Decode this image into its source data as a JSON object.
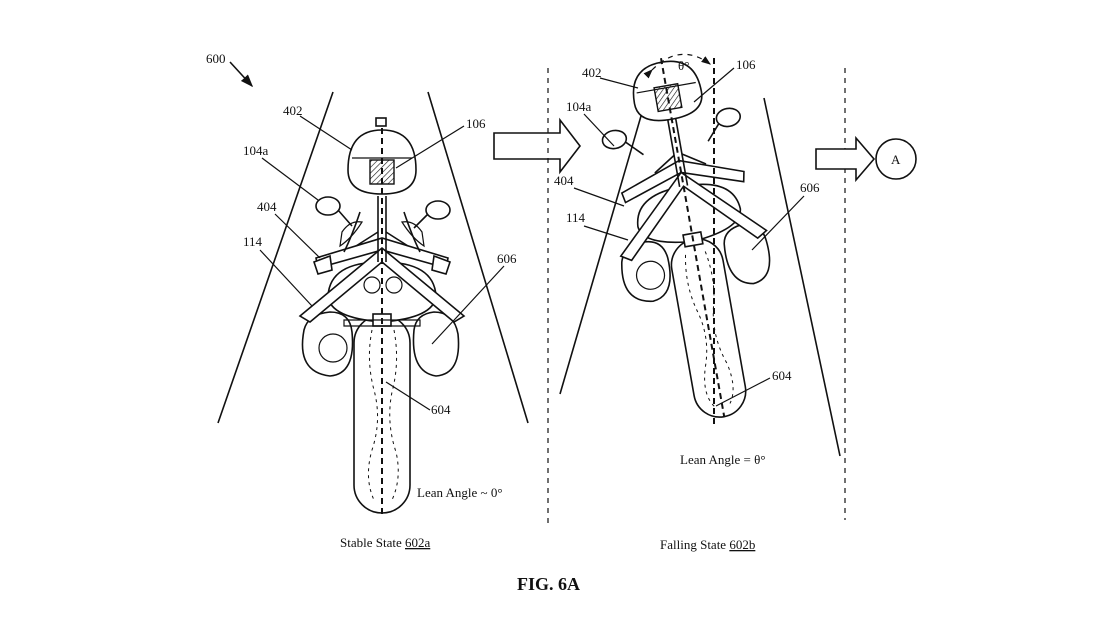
{
  "figure": {
    "title": "FIG. 6A",
    "ref_main": "600",
    "connector": "A"
  },
  "left_panel": {
    "refs": {
      "head": "402",
      "sensor": "106",
      "mirror": "104a",
      "handlebar": "404",
      "frame": "114",
      "leg": "606",
      "wheel": "604"
    },
    "lean_label": "Lean Angle ~ 0°",
    "state_label": "Stable State ",
    "state_ref": "602a"
  },
  "right_panel": {
    "refs": {
      "head": "402",
      "sensor": "106",
      "mirror": "104a",
      "handlebar": "404",
      "frame": "114",
      "leg": "606",
      "wheel": "604"
    },
    "angle_symbol": "θ°",
    "lean_label": "Lean Angle = θ°",
    "state_label": "Falling State ",
    "state_ref": "602b"
  }
}
